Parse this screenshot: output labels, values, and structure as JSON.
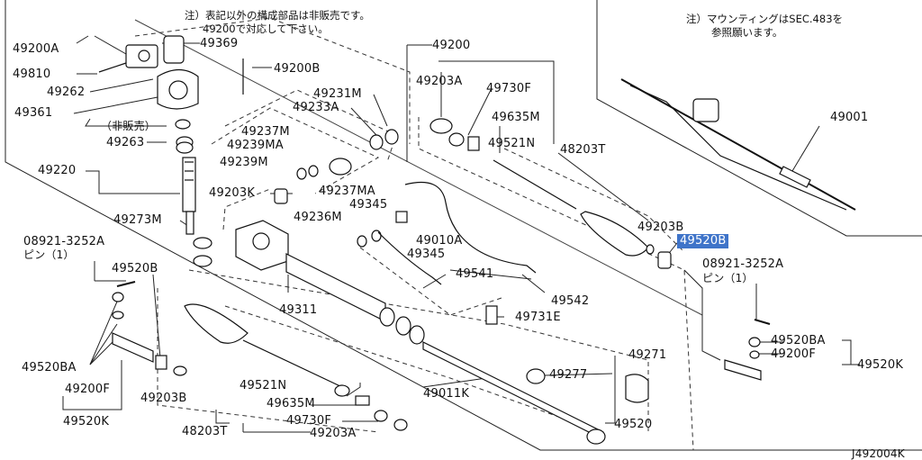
{
  "notes": {
    "top_line1": "注）表記以外の構成部品は非販売です。",
    "top_line2": "49200で対応して下さい。",
    "right_line1": "注）マウンティングはSEC.483を",
    "right_line2": "参照願います。"
  },
  "diagram_code": "J492004K",
  "highlight_color": "#3f74c9",
  "labels": {
    "p49200A": "49200A",
    "p49369": "49369",
    "p49810": "49810",
    "p49262": "49262",
    "p49200B": "49200B",
    "p49200": "49200",
    "p49361": "49361",
    "hihanbai": "（非販売）",
    "p49263": "49263",
    "p49220": "49220",
    "p49231M": "49231M",
    "p49233A": "49233A",
    "p49237M": "49237M",
    "p49239MA": "49239MA",
    "p49239M": "49239M",
    "p49237MA": "49237MA",
    "p49203K": "49203K",
    "p49236M": "49236M",
    "p49345a": "49345",
    "p49010A": "49010A",
    "p49345b": "49345",
    "p49273M": "49273M",
    "p08921L": "08921-3252A",
    "pinL": "ピン（1）",
    "p49520B_L": "49520B",
    "p49541": "49541",
    "p49311": "49311",
    "p49542": "49542",
    "p49731E": "49731E",
    "p49520BA_L": "49520BA",
    "p49200F_L": "49200F",
    "p49203B_L": "49203B",
    "p49520K_L": "49520K",
    "p49521N_L": "49521N",
    "p49635M_L": "49635M",
    "p49730F_L": "49730F",
    "p48203T_L": "48203T",
    "p49203A_L": "49203A",
    "p49011K": "49011K",
    "p49277": "49277",
    "p49271": "49271",
    "p49520": "49520",
    "p49203A_R": "49203A",
    "p49730F_R": "49730F",
    "p49635M_R": "49635M",
    "p49521N_R": "49521N",
    "p48203T_R": "48203T",
    "p49203B_R": "49203B",
    "p49520B_R": "49520B",
    "p08921R": "08921-3252A",
    "pinR": "ピン（1）",
    "p49520BA_R": "49520BA",
    "p49200F_R": "49200F",
    "p49520K_R": "49520K",
    "p49001": "49001"
  }
}
